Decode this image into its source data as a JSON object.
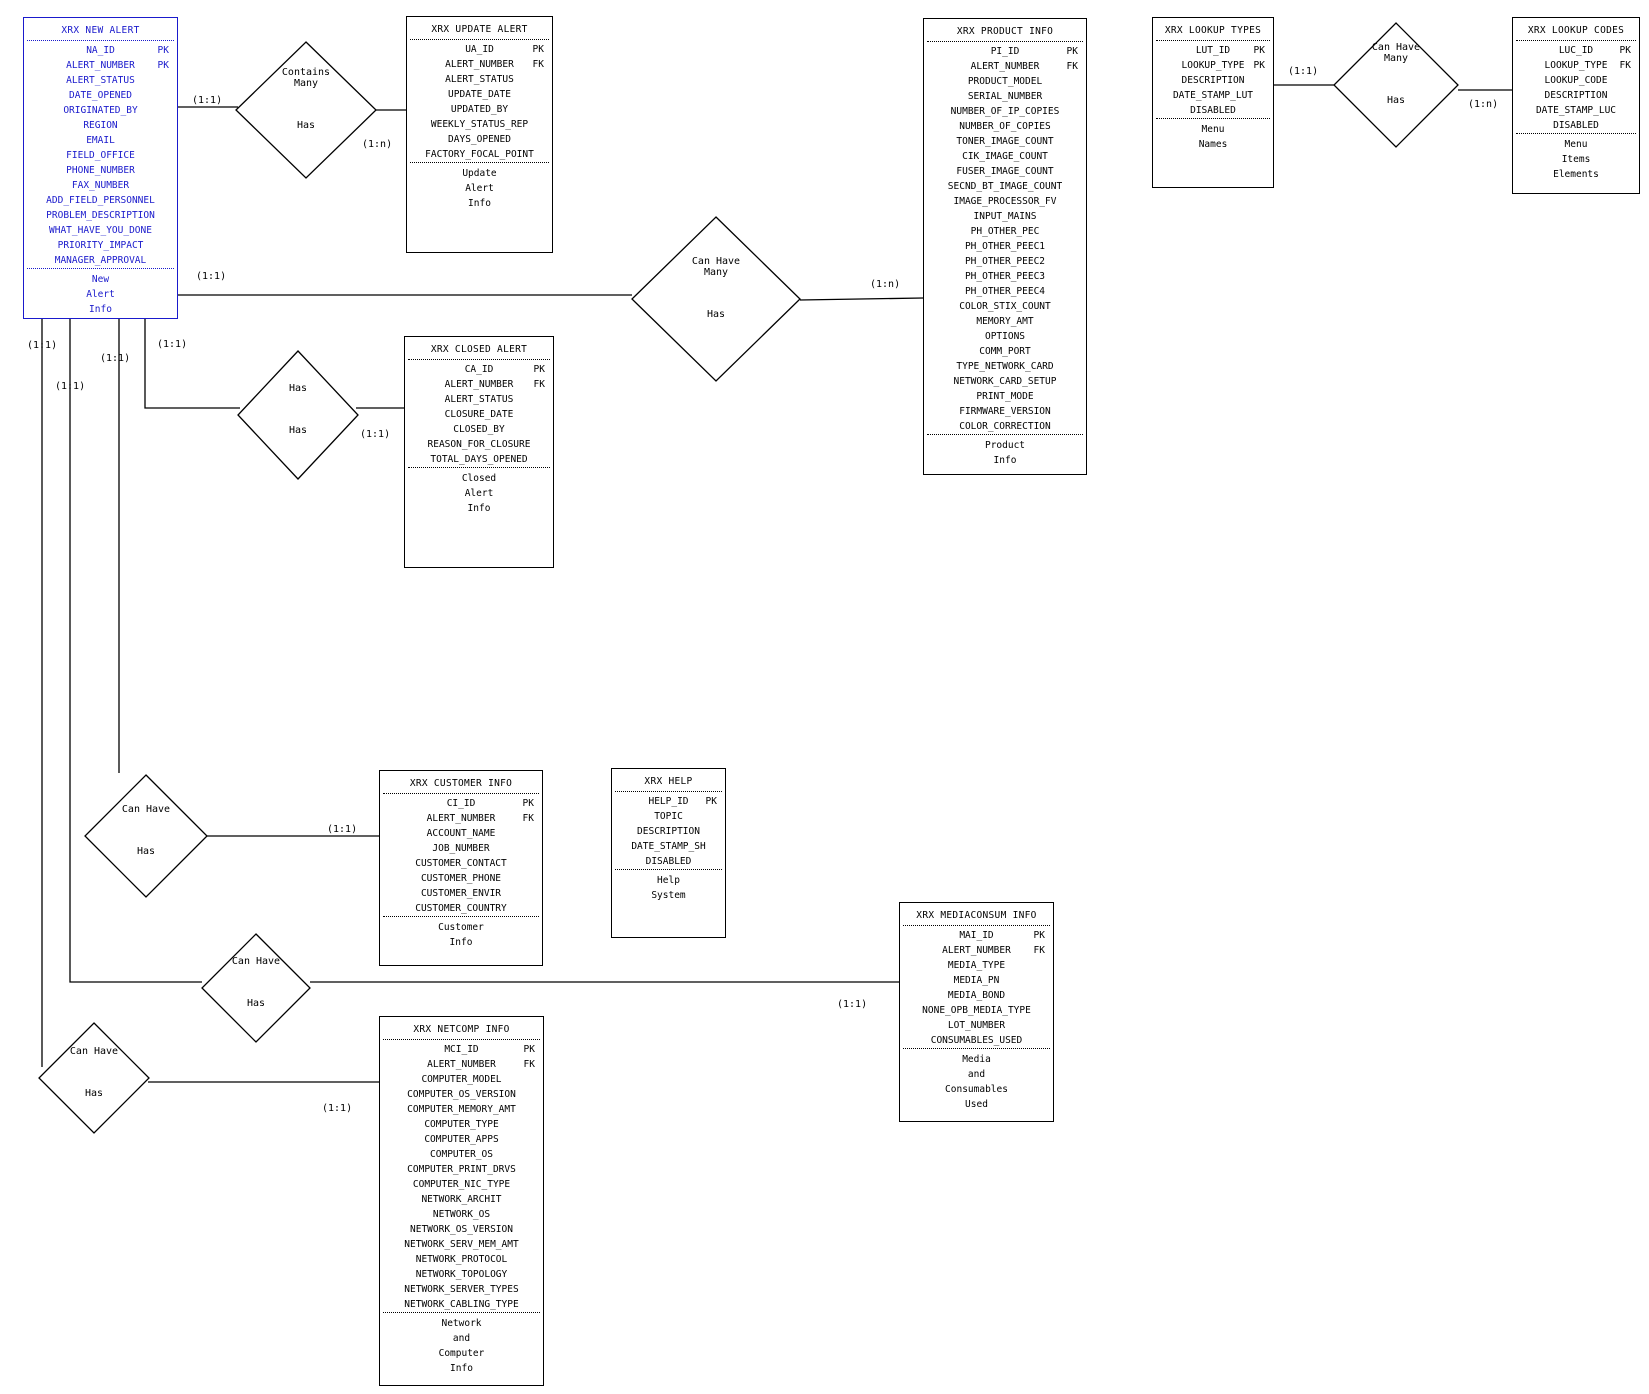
{
  "entities": [
    {
      "id": "new_alert",
      "title": "XRX NEW ALERT",
      "color": "#1a1acc",
      "attrs": [
        {
          "name": "NA_ID",
          "key": "PK"
        },
        {
          "name": "ALERT_NUMBER",
          "key": "PK"
        },
        {
          "name": "ALERT_STATUS"
        },
        {
          "name": "DATE_OPENED"
        },
        {
          "name": "ORIGINATED_BY"
        },
        {
          "name": "REGION"
        },
        {
          "name": "EMAIL"
        },
        {
          "name": "FIELD_OFFICE"
        },
        {
          "name": "PHONE_NUMBER"
        },
        {
          "name": "FAX_NUMBER"
        },
        {
          "name": "ADD_FIELD_PERSONNEL"
        },
        {
          "name": "PROBLEM_DESCRIPTION"
        },
        {
          "name": "WHAT_HAVE_YOU_DONE"
        },
        {
          "name": "PRIORITY_IMPACT"
        },
        {
          "name": "MANAGER_APPROVAL"
        }
      ],
      "desc": [
        "New",
        "Alert",
        "Info"
      ]
    },
    {
      "id": "update_alert",
      "title": "XRX UPDATE ALERT",
      "attrs": [
        {
          "name": "UA_ID",
          "key": "PK"
        },
        {
          "name": "ALERT_NUMBER",
          "key": "FK"
        },
        {
          "name": "ALERT_STATUS"
        },
        {
          "name": "UPDATE_DATE"
        },
        {
          "name": "UPDATED_BY"
        },
        {
          "name": "WEEKLY_STATUS_REP"
        },
        {
          "name": "DAYS_OPENED"
        },
        {
          "name": "FACTORY_FOCAL_POINT"
        }
      ],
      "desc": [
        "Update",
        "Alert",
        "Info"
      ]
    },
    {
      "id": "closed_alert",
      "title": "XRX CLOSED ALERT",
      "attrs": [
        {
          "name": "CA_ID",
          "key": "PK"
        },
        {
          "name": "ALERT_NUMBER",
          "key": "FK"
        },
        {
          "name": "ALERT_STATUS"
        },
        {
          "name": "CLOSURE_DATE"
        },
        {
          "name": "CLOSED_BY"
        },
        {
          "name": "REASON_FOR_CLOSURE"
        },
        {
          "name": "TOTAL_DAYS_OPENED"
        }
      ],
      "desc": [
        "Closed",
        "Alert",
        "Info"
      ]
    },
    {
      "id": "product_info",
      "title": "XRX PRODUCT INFO",
      "attrs": [
        {
          "name": "PI_ID",
          "key": "PK"
        },
        {
          "name": "ALERT_NUMBER",
          "key": "FK"
        },
        {
          "name": "PRODUCT_MODEL"
        },
        {
          "name": "SERIAL_NUMBER"
        },
        {
          "name": "NUMBER_OF_IP_COPIES"
        },
        {
          "name": "NUMBER_OF_COPIES"
        },
        {
          "name": "TONER_IMAGE_COUNT"
        },
        {
          "name": "CIK_IMAGE_COUNT"
        },
        {
          "name": "FUSER_IMAGE_COUNT"
        },
        {
          "name": "SECND_BT_IMAGE_COUNT"
        },
        {
          "name": "IMAGE_PROCESSOR_FV"
        },
        {
          "name": "INPUT_MAINS"
        },
        {
          "name": "PH_OTHER_PEC"
        },
        {
          "name": "PH_OTHER_PEEC1"
        },
        {
          "name": "PH_OTHER_PEEC2"
        },
        {
          "name": "PH_OTHER_PEEC3"
        },
        {
          "name": "PH_OTHER_PEEC4"
        },
        {
          "name": "COLOR_STIX_COUNT"
        },
        {
          "name": "MEMORY_AMT"
        },
        {
          "name": "OPTIONS"
        },
        {
          "name": "COMM_PORT"
        },
        {
          "name": "TYPE_NETWORK_CARD"
        },
        {
          "name": "NETWORK_CARD_SETUP"
        },
        {
          "name": "PRINT_MODE"
        },
        {
          "name": "FIRMWARE_VERSION"
        },
        {
          "name": "COLOR_CORRECTION"
        }
      ],
      "desc": [
        "Product",
        "Info"
      ]
    },
    {
      "id": "lookup_types",
      "title": "XRX LOOKUP TYPES",
      "attrs": [
        {
          "name": "LUT_ID",
          "key": "PK"
        },
        {
          "name": "LOOKUP_TYPE",
          "key": "PK"
        },
        {
          "name": "DESCRIPTION"
        },
        {
          "name": "DATE_STAMP_LUT"
        },
        {
          "name": "DISABLED"
        }
      ],
      "desc": [
        "Menu",
        "Names"
      ]
    },
    {
      "id": "lookup_codes",
      "title": "XRX LOOKUP CODES",
      "attrs": [
        {
          "name": "LUC_ID",
          "key": "PK"
        },
        {
          "name": "LOOKUP_TYPE",
          "key": "FK"
        },
        {
          "name": "LOOKUP_CODE"
        },
        {
          "name": "DESCRIPTION"
        },
        {
          "name": "DATE_STAMP_LUC"
        },
        {
          "name": "DISABLED"
        }
      ],
      "desc": [
        "Menu",
        "Items",
        "Elements"
      ]
    },
    {
      "id": "customer_info",
      "title": "XRX CUSTOMER INFO",
      "attrs": [
        {
          "name": "CI_ID",
          "key": "PK"
        },
        {
          "name": "ALERT_NUMBER",
          "key": "FK"
        },
        {
          "name": "ACCOUNT_NAME"
        },
        {
          "name": "JOB_NUMBER"
        },
        {
          "name": "CUSTOMER_CONTACT"
        },
        {
          "name": "CUSTOMER_PHONE"
        },
        {
          "name": "CUSTOMER_ENVIR"
        },
        {
          "name": "CUSTOMER_COUNTRY"
        }
      ],
      "desc": [
        "Customer",
        "Info"
      ]
    },
    {
      "id": "help",
      "title": "XRX HELP",
      "attrs": [
        {
          "name": "HELP_ID",
          "key": "PK"
        },
        {
          "name": "TOPIC"
        },
        {
          "name": "DESCRIPTION"
        },
        {
          "name": "DATE_STAMP_SH"
        },
        {
          "name": "DISABLED"
        }
      ],
      "desc": [
        "Help",
        "System"
      ]
    },
    {
      "id": "mediaconsum_info",
      "title": "XRX MEDIACONSUM INFO",
      "attrs": [
        {
          "name": "MAI_ID",
          "key": "PK"
        },
        {
          "name": "ALERT_NUMBER",
          "key": "FK"
        },
        {
          "name": "MEDIA_TYPE"
        },
        {
          "name": "MEDIA_PN"
        },
        {
          "name": "MEDIA_BOND"
        },
        {
          "name": "NONE_OPB_MEDIA_TYPE"
        },
        {
          "name": "LOT_NUMBER"
        },
        {
          "name": "CONSUMABLES_USED"
        }
      ],
      "desc": [
        "Media",
        "and",
        "Consumables",
        "Used"
      ]
    },
    {
      "id": "netcomp_info",
      "title": "XRX NETCOMP INFO",
      "attrs": [
        {
          "name": "MCI_ID",
          "key": "PK"
        },
        {
          "name": "ALERT_NUMBER",
          "key": "FK"
        },
        {
          "name": "COMPUTER_MODEL"
        },
        {
          "name": "COMPUTER_OS_VERSION"
        },
        {
          "name": "COMPUTER_MEMORY_AMT"
        },
        {
          "name": "COMPUTER_TYPE"
        },
        {
          "name": "COMPUTER_APPS"
        },
        {
          "name": "COMPUTER_OS"
        },
        {
          "name": "COMPUTER_PRINT_DRVS"
        },
        {
          "name": "COMPUTER_NIC_TYPE"
        },
        {
          "name": "NETWORK_ARCHIT"
        },
        {
          "name": "NETWORK_OS"
        },
        {
          "name": "NETWORK_OS_VERSION"
        },
        {
          "name": "NETWORK_SERV_MEM_AMT"
        },
        {
          "name": "NETWORK_PROTOCOL"
        },
        {
          "name": "NETWORK_TOPOLOGY"
        },
        {
          "name": "NETWORK_SERVER_TYPES"
        },
        {
          "name": "NETWORK_CABLING_TYPE"
        }
      ],
      "desc": [
        "Network",
        "and",
        "Computer",
        "Info"
      ]
    }
  ],
  "relationships": [
    {
      "id": "rel_contains_update",
      "top": [
        "Contains",
        "Many"
      ],
      "bottom": [
        "Has"
      ]
    },
    {
      "id": "rel_product",
      "top": [
        "Can Have",
        "Many"
      ],
      "bottom": [
        "Has"
      ]
    },
    {
      "id": "rel_closed",
      "top": [
        "Has"
      ],
      "bottom": [
        "Has"
      ]
    },
    {
      "id": "rel_lookup",
      "top": [
        "Can Have",
        "Many"
      ],
      "bottom": [
        "Has"
      ]
    },
    {
      "id": "rel_customer",
      "top": [
        "Can Have"
      ],
      "bottom": [
        "Has"
      ]
    },
    {
      "id": "rel_media",
      "top": [
        "Can Have"
      ],
      "bottom": [
        "Has"
      ]
    },
    {
      "id": "rel_netcomp",
      "top": [
        "Can Have"
      ],
      "bottom": [
        "Has"
      ]
    }
  ],
  "cardinalities": [
    "(1:1)",
    "(1:n)",
    "(1:1)",
    "(1:n)",
    "(1:1)",
    "(1:1)",
    "(1:1)",
    "(1:n)",
    "(1:1)",
    "(1:1)",
    "(1:1)",
    "(1:1)",
    "(1:1)",
    "(1:1)"
  ]
}
